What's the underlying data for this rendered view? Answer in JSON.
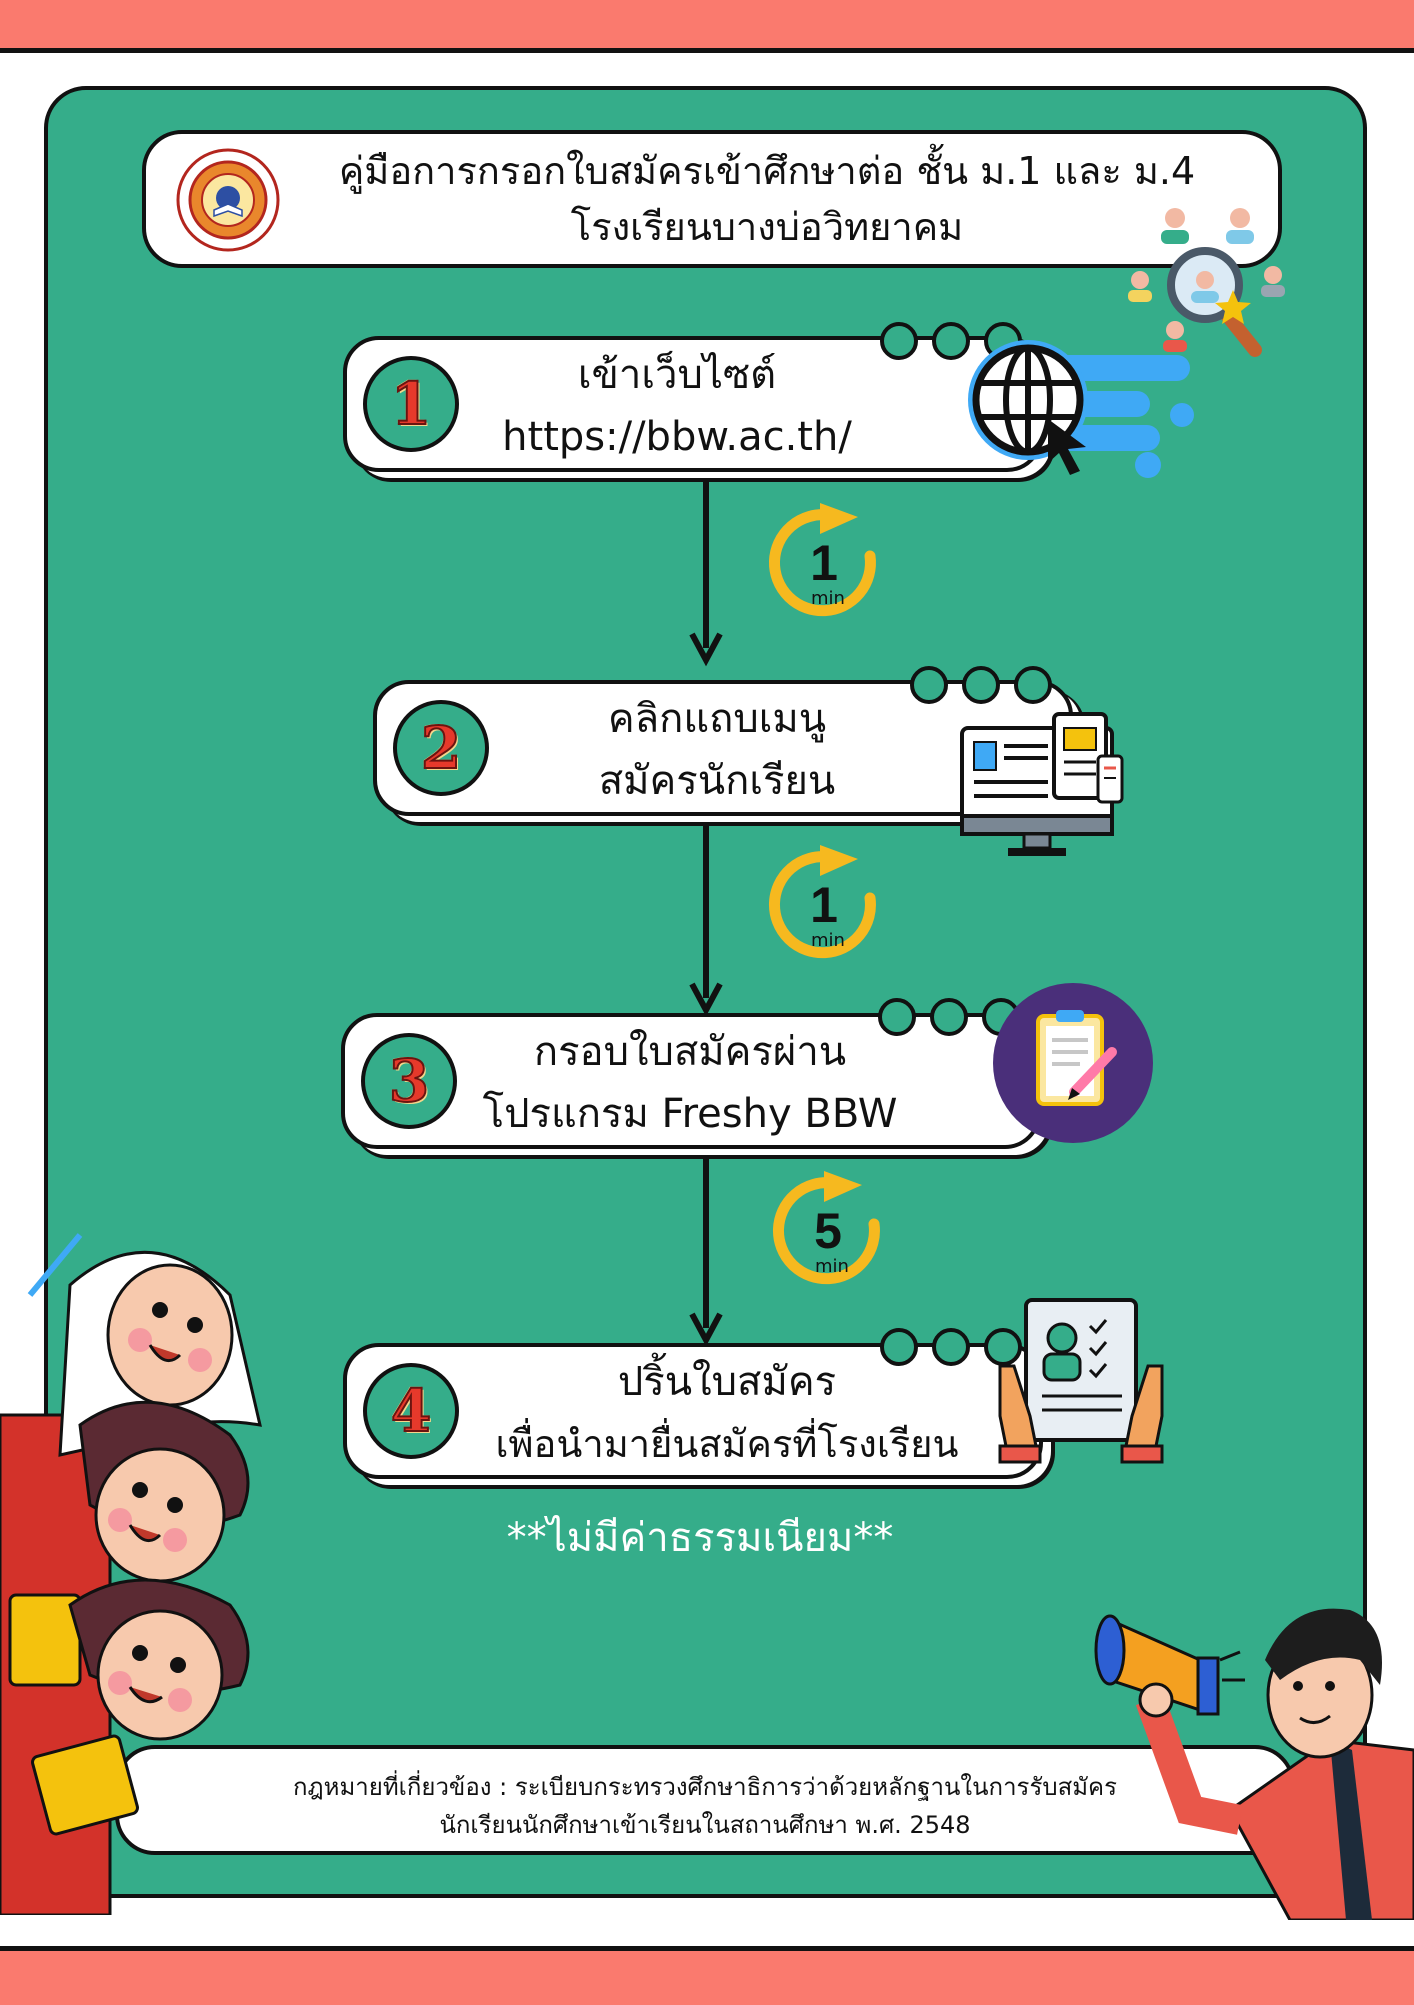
{
  "header": {
    "title_line1": "คู่มือการกรอกใบสมัครเข้าศึกษาต่อ ชั้น ม.1 และ ม.4",
    "title_line2": "โรงเรียนบางบ่อวิทยาคม"
  },
  "steps": [
    {
      "number": "1",
      "line1": "เข้าเว็บไซต์",
      "line2": "https://bbw.ac.th/",
      "icon": "globe-cursor-icon"
    },
    {
      "number": "2",
      "line1": "คลิกแถบเมนู",
      "line2": "สมัครนักเรียน",
      "icon": "computer-screen-icon"
    },
    {
      "number": "3",
      "line1": "กรอบใบสมัครผ่าน",
      "line2": "โปรแกรม Freshy BBW",
      "icon": "clipboard-pen-icon"
    },
    {
      "number": "4",
      "line1": "ปริ้นใบสมัคร",
      "line2": "เพื่อนำมายื่นสมัครที่โรงเรียน",
      "icon": "application-form-icon"
    }
  ],
  "timers": [
    {
      "value": "1",
      "unit": "min"
    },
    {
      "value": "1",
      "unit": "min"
    },
    {
      "value": "5",
      "unit": "min"
    }
  ],
  "note": "**ไม่มีค่าธรรมเนียม**",
  "footer": {
    "line1": "กฎหมายที่เกี่ยวข้อง : ระเบียบกระทรวงศึกษาธิการว่าด้วยหลักฐานในการรับสมัคร",
    "line2": "นักเรียนนักศึกษาเข้าเรียนในสถานศึกษา พ.ศ. 2548"
  },
  "colors": {
    "band": "#fa7a6e",
    "panel": "#35ad8a",
    "timer": "#f6b91f",
    "number": "#e6392b"
  }
}
